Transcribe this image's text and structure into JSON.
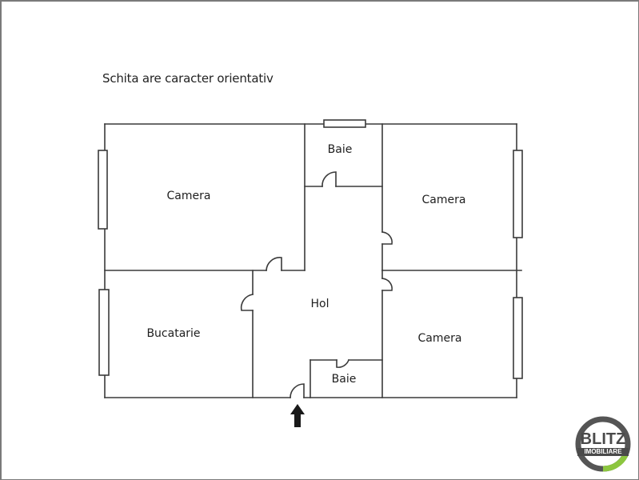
{
  "caption": "Schita are caracter orientativ",
  "rooms": [
    {
      "id": "camera-top-left",
      "label": "Camera"
    },
    {
      "id": "baie-top",
      "label": "Baie"
    },
    {
      "id": "camera-top-right",
      "label": "Camera"
    },
    {
      "id": "hol",
      "label": "Hol"
    },
    {
      "id": "bucatarie",
      "label": "Bucatarie"
    },
    {
      "id": "camera-bottom-right",
      "label": "Camera"
    },
    {
      "id": "baie-bottom",
      "label": "Baie"
    }
  ],
  "entrance": {
    "icon": "arrow-up-icon"
  },
  "logo": {
    "line1": "BLITZ",
    "line2": "IMOBILIARE",
    "ring_color": "#555555",
    "accent_color": "#8cc63f"
  },
  "colors": {
    "wall": "#3a3a3a",
    "border": "#7a7a7a",
    "text": "#1e1e1e"
  }
}
